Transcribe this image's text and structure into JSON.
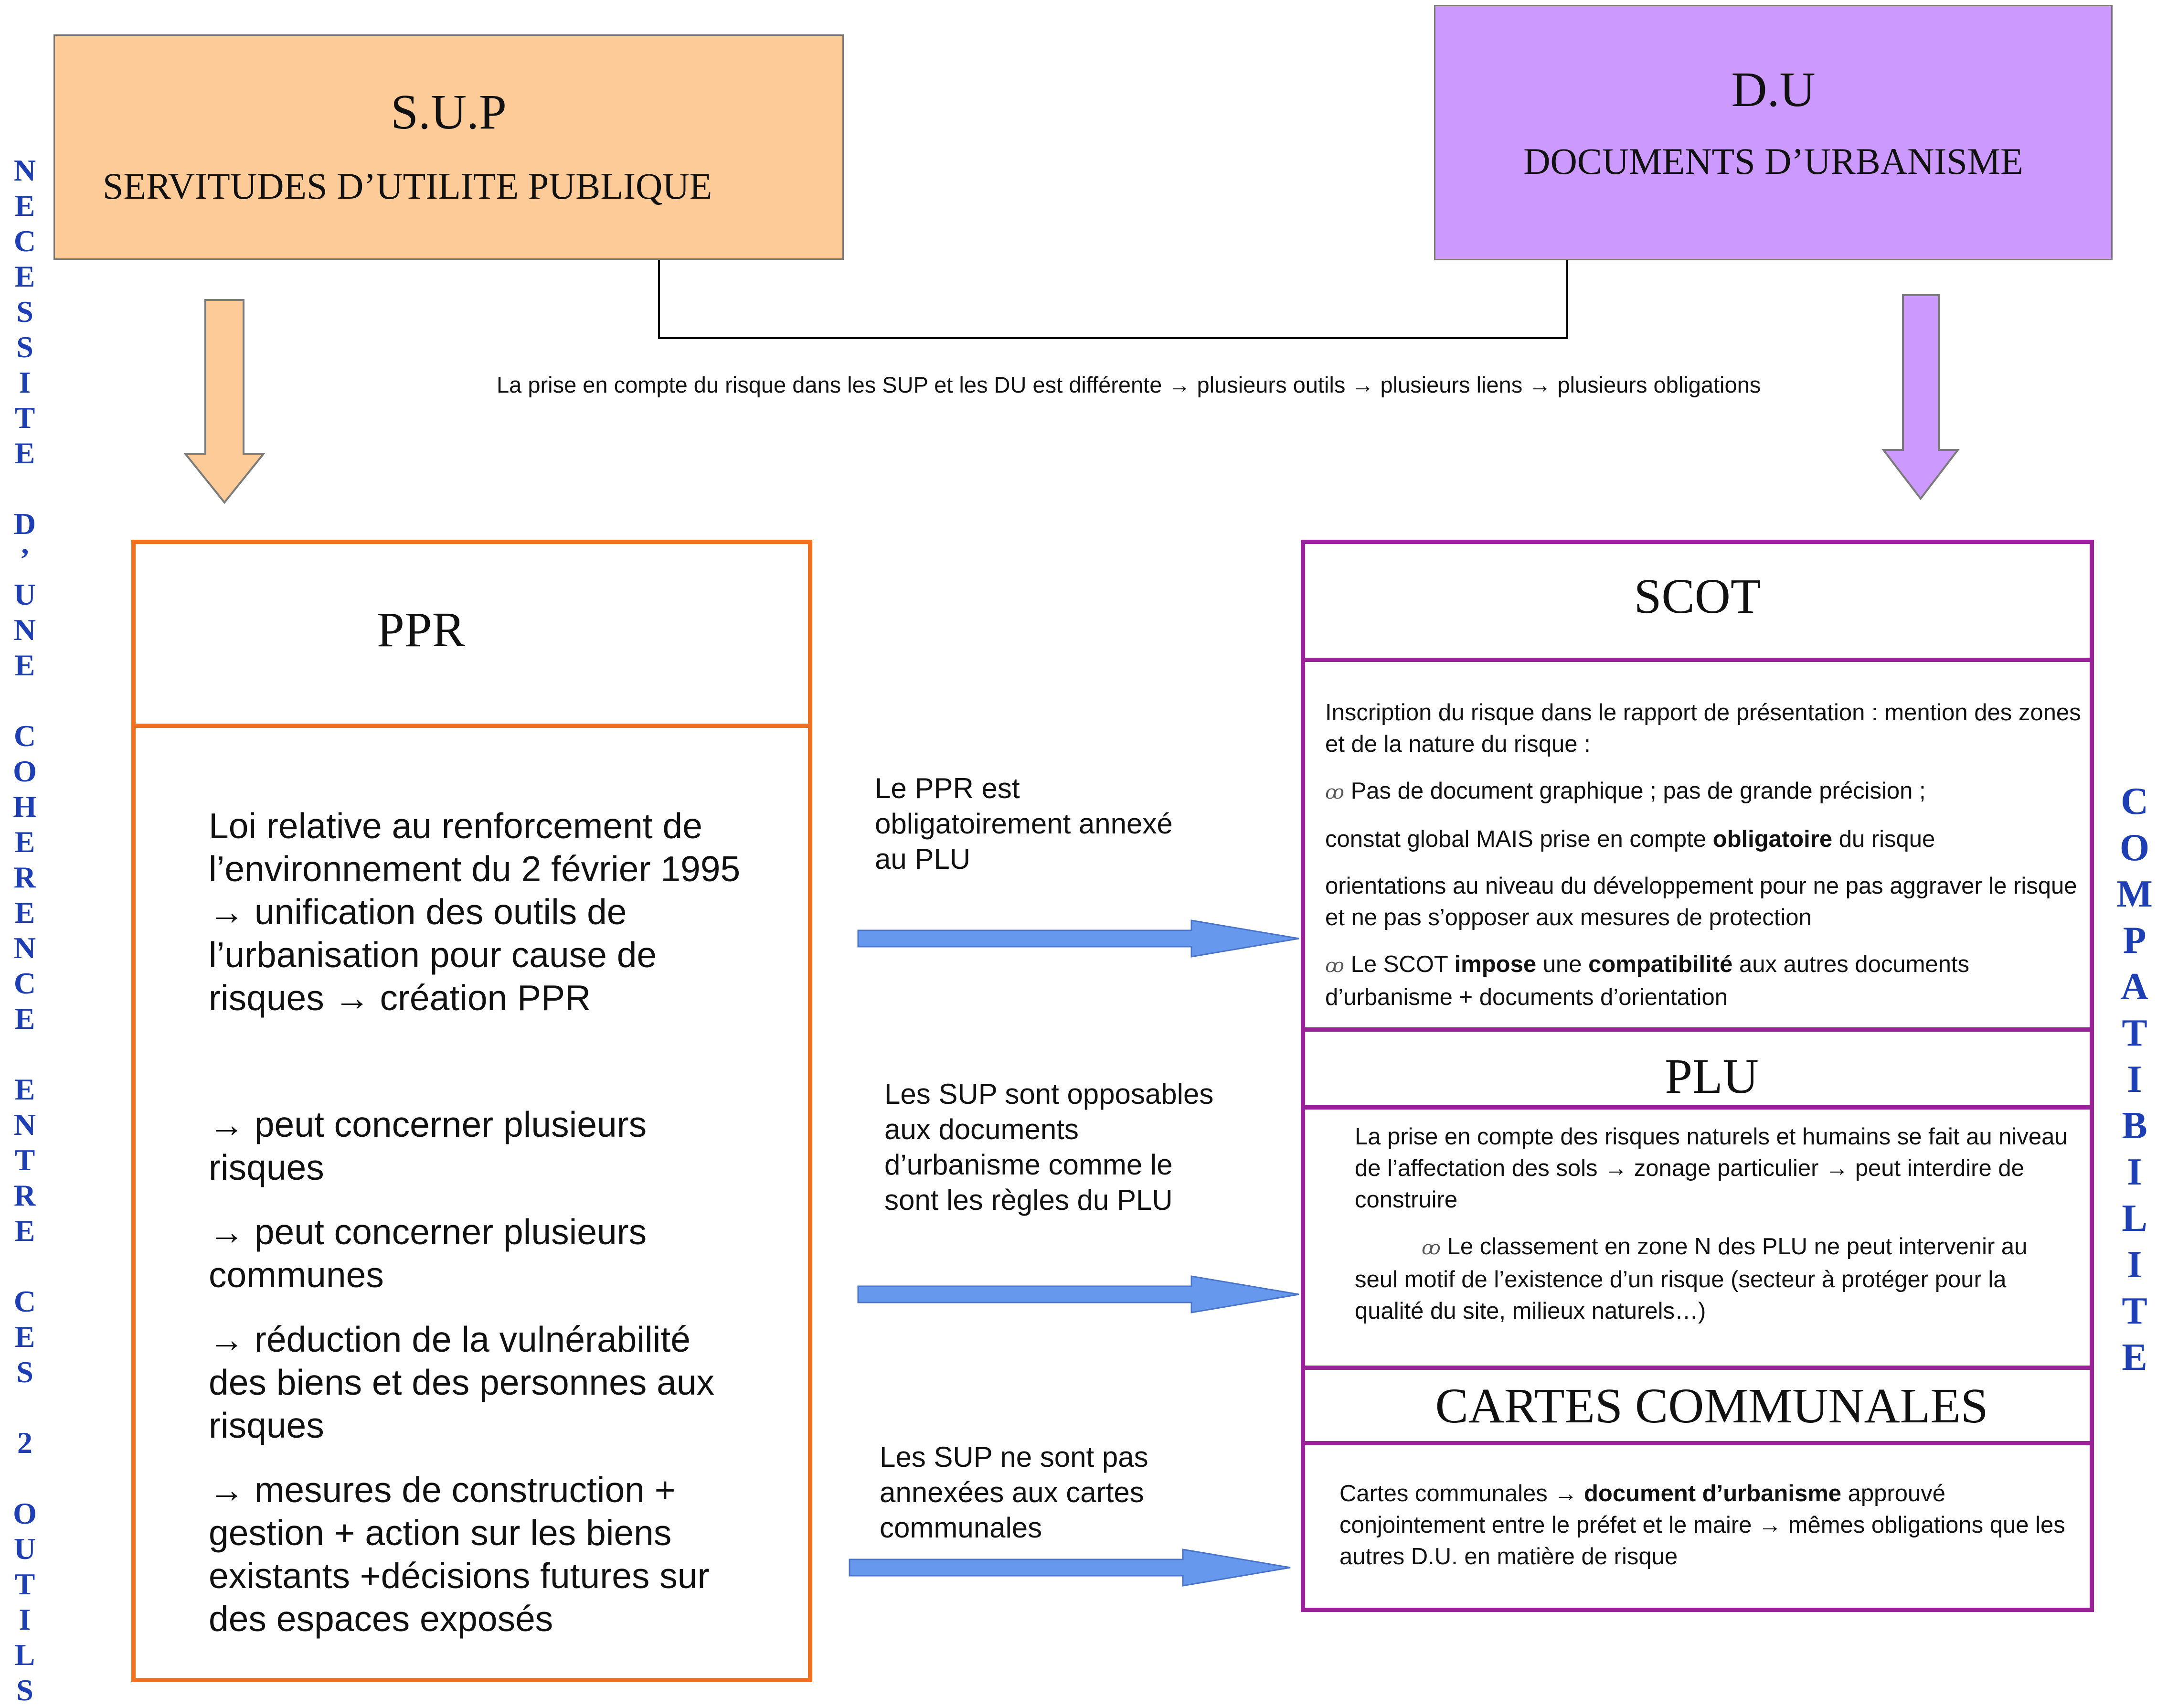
{
  "sup": {
    "title": "S.U.P",
    "subtitle": "SERVITUDES D’UTILITE PUBLIQUE",
    "color": "#fccb98"
  },
  "du": {
    "title": "D.U",
    "subtitle": "DOCUMENTS D’URBANISME",
    "color": "#cc99ff"
  },
  "link_text": "La prise en  compte du risque dans les SUP et les DU est différente → plusieurs outils → plusieurs liens → plusieurs obligations",
  "left_vertical": [
    "NECESSITE",
    "D’UNE",
    "COHERENCE",
    "ENTRE",
    "CES",
    "2",
    "OUTILS"
  ],
  "right_vertical": "COMPATIBILITE",
  "ppr": {
    "title": "PPR",
    "law": "Loi relative au renforcement de l’environnement du 2 février 1995 → unification des outils de l’urbanisation pour cause de risques → création PPR",
    "points": [
      "→ peut concerner plusieurs risques",
      "→ peut concerner plusieurs communes",
      "→ réduction de la vulnérabilité des biens et des personnes aux risques",
      "→ mesures de construction + gestion + action sur les biens existants +décisions futures sur des espaces exposés"
    ],
    "color": "#f07020"
  },
  "arrows_text": [
    "Le PPR est obligatoirement annexé au PLU",
    "Les SUP sont opposables aux documents d’urbanisme comme le sont les règles du PLU",
    "Les SUP ne sont pas annexées aux cartes communales"
  ],
  "scot": {
    "title": "SCOT",
    "p1": "Inscription du risque dans le rapport de présentation : mention des zones et de la nature du risque :",
    "p2": "Pas de document graphique ; pas de grande précision ;",
    "p3_a": "constat global MAIS prise en compte ",
    "p3_b": "obligatoire",
    "p3_c": " du risque",
    "p4": "orientations au niveau du développement pour ne pas aggraver le risque et ne pas s’opposer aux mesures de protection",
    "p5_a": "Le SCOT ",
    "p5_b": "impose",
    "p5_c": " une ",
    "p5_d": "compatibilité",
    "p5_e": " aux autres documents d’urbanisme + documents d’orientation"
  },
  "plu": {
    "title": "PLU",
    "p1": "La prise en compte des risques naturels et humains se fait au niveau de l’affectation des sols → zonage particulier  → peut interdire de construire",
    "p2": "Le classement en zone N des PLU ne peut intervenir au seul motif de l’existence d’un risque (secteur à protéger pour la qualité du site, milieux naturels…)"
  },
  "cartes": {
    "title": "CARTES COMMUNALES",
    "p1_a": "Cartes communales → ",
    "p1_b": "document d’urbanisme",
    "p1_c": " approuvé conjointement entre le préfet et le maire → mêmes obligations que les autres D.U. en matière de risque"
  },
  "bullet_icon": "glasses-icon",
  "colors": {
    "blue_arrow": "#6699ee",
    "vertical_text": "#1e3fb4",
    "du_border": "#992299"
  }
}
